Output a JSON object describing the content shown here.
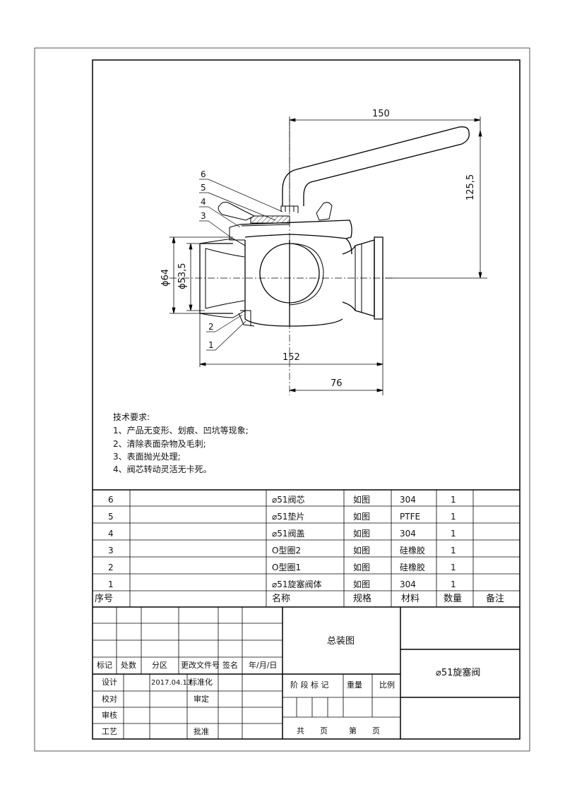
{
  "drawing": {
    "dimensions": {
      "width_top": "150",
      "height_right": "125,5",
      "dia_outer": "ϕ64",
      "dia_inner": "ϕ53,5",
      "width_bottom": "152",
      "half_width": "76"
    },
    "callouts": [
      "6",
      "5",
      "4",
      "3",
      "2",
      "1"
    ]
  },
  "tech_requirements": {
    "title": "技术要求:",
    "items": [
      "1、产品无变形、划痕、凹坑等现象;",
      "2、清除表面杂物及毛刺;",
      "3、表面抛光处理;",
      "4、阀芯转动灵活无卡死。"
    ]
  },
  "bom": {
    "rows": [
      {
        "no": "6",
        "name": "⌀51阀芯",
        "spec": "如图",
        "material": "304",
        "qty": "1"
      },
      {
        "no": "5",
        "name": "⌀51垫片",
        "spec": "如图",
        "material": "PTFE",
        "qty": "1"
      },
      {
        "no": "4",
        "name": "⌀51阀盖",
        "spec": "如图",
        "material": "304",
        "qty": "1"
      },
      {
        "no": "3",
        "name": "O型圈2",
        "spec": "如图",
        "material": "硅橡胶",
        "qty": "1"
      },
      {
        "no": "2",
        "name": "O型圈1",
        "spec": "如图",
        "material": "硅橡胶",
        "qty": "1"
      },
      {
        "no": "1",
        "name": "⌀51旋塞阀体",
        "spec": "如图",
        "material": "304",
        "qty": "1"
      }
    ],
    "header": {
      "no": "序号",
      "name": "名称",
      "spec": "规格",
      "material": "材料",
      "qty": "数量",
      "note": "备注"
    }
  },
  "title_block": {
    "rev_headers": [
      "标记",
      "处数",
      "分区",
      "更改文件号",
      "签名",
      "年/月/日"
    ],
    "design": "设计",
    "design_date": "2017.04.13",
    "standardize": "标准化",
    "check": "校对",
    "review": "审定",
    "audit": "审核",
    "process": "工艺",
    "approve": "批准",
    "drawing_name": "总装图",
    "stage_mark": "阶 段 标 记",
    "weight": "重量",
    "scale": "比例",
    "total_pages": "共　　页",
    "page_no": "第　　页",
    "part_name": "⌀51旋塞阀"
  }
}
